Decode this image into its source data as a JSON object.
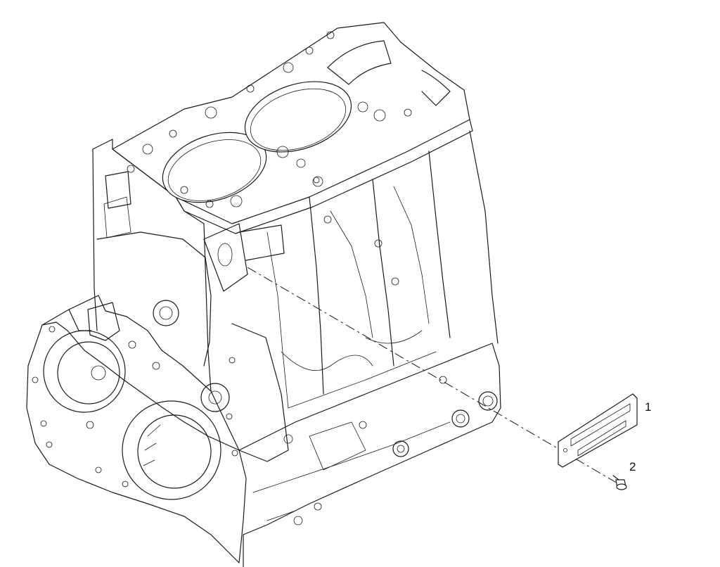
{
  "callouts": [
    {
      "label": "1"
    },
    {
      "label": "2"
    }
  ],
  "parts": {
    "main": "engine-block",
    "item_1": "plate",
    "item_2": "screw"
  }
}
